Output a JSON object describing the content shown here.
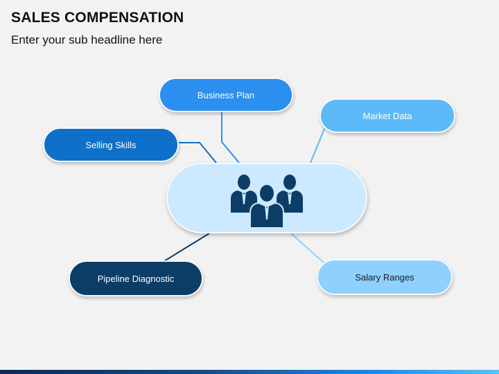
{
  "header": {
    "title": "SALES COMPENSATION",
    "subtitle": "Enter your sub headline here"
  },
  "diagram": {
    "center": {
      "icon": "business-team-icon"
    },
    "nodes": [
      {
        "id": "business-plan",
        "label": "Business Plan",
        "color": "#2b8ff0",
        "text_color": "#ffffff"
      },
      {
        "id": "market-data",
        "label": "Market Data",
        "color": "#5db9f8",
        "text_color": "#ffffff"
      },
      {
        "id": "selling-skills",
        "label": "Selling Skills",
        "color": "#0f70c9",
        "text_color": "#ffffff"
      },
      {
        "id": "pipeline-diagnostic",
        "label": "Pipeline Diagnostic",
        "color": "#0b3d66",
        "text_color": "#ffffff"
      },
      {
        "id": "salary-ranges",
        "label": "Salary Ranges",
        "color": "#8fd0ff",
        "text_color": "#1a1a1a"
      }
    ],
    "colors": {
      "center_fill": "#cce9ff",
      "icon_fill": "#0b3d66"
    }
  }
}
